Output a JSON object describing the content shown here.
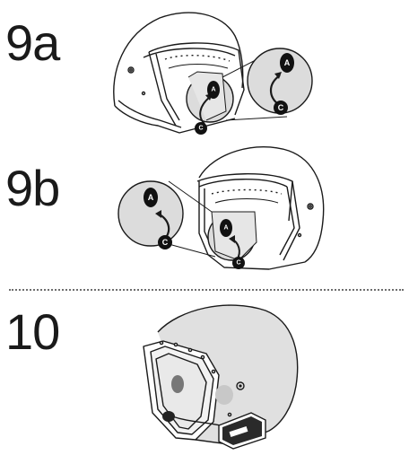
{
  "steps": [
    {
      "label": "9a"
    },
    {
      "label": "9b"
    },
    {
      "label": "10"
    }
  ],
  "markers": {
    "a": "A",
    "c": "C"
  },
  "colors": {
    "line": "#1a1a1a",
    "pad_fill": "#dcdcdc",
    "shell_fill": "#e0e0e0",
    "marker_fill": "#111111",
    "divider": "#6e6e6e"
  },
  "icons": [
    "helmet-icon",
    "magnifier-callout-icon",
    "curved-arrow-icon",
    "intercom-unit-icon",
    "microphone-icon"
  ]
}
